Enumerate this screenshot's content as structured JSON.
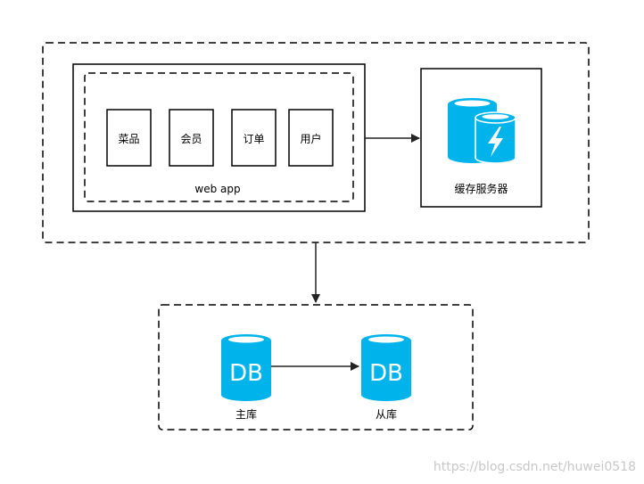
{
  "diagram": {
    "modules": [
      "菜品",
      "会员",
      "订单",
      "用户"
    ],
    "webapp_label": "web app",
    "cache_label": "缓存服务器",
    "db_text": "DB",
    "master_label": "主库",
    "slave_label": "从库",
    "watermark": "https://blog.csdn.net/huwei0518"
  },
  "colors": {
    "db_fill": "#00b4eb",
    "stroke": "#000000",
    "arrow": "#222222"
  }
}
